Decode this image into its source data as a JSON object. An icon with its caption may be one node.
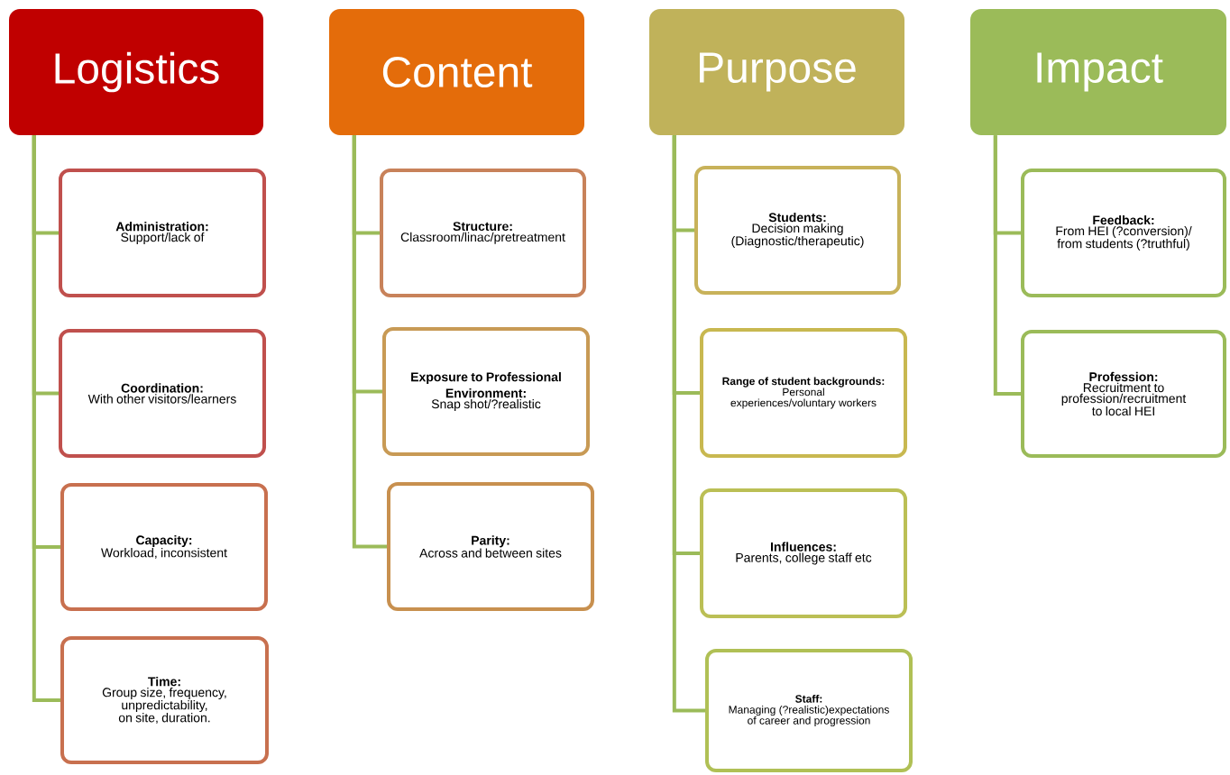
{
  "diagram": {
    "nodes": [
      {
        "text": [
          "Logistics"
        ]
      },
      {
        "text": [
          "Administration:",
          "Support/lack of"
        ]
      },
      {
        "text": [
          "Coordination:",
          "With other visitors/learners"
        ]
      },
      {
        "text": [
          "**Capacity**:",
          "Workload, inconsistent"
        ]
      },
      {
        "text": [
          "Time:",
          "Group size, frequency, unpredictability, on site, duration."
        ]
      },
      {
        "text": [
          "Content"
        ]
      },
      {
        "text": [
          "Structure:",
          "Classroom/linac/pretreatment"
        ]
      },
      {
        "text": [
          "Exposure to Professional Environment:",
          "Snap shot/?realistic"
        ]
      },
      {
        "text": [
          "Parity:",
          "Across and between sites"
        ]
      },
      {
        "text": [
          "Purpose"
        ]
      },
      {
        "text": [
          "Students:",
          "Decision making (Diagnostic/therapeutic)"
        ]
      },
      {
        "text": [
          "**Range of student backgrounds**:",
          "Personal experiences/voluntary workers"
        ]
      },
      {
        "text": [
          "Influences:",
          "Parents, college staff etc"
        ]
      },
      {
        "text": [
          "Staff:",
          "Managing (?realistic)expectations of career and progression"
        ]
      },
      {
        "text": [
          "Impact"
        ]
      },
      {
        "text": [
          "Feedback:",
          "From HEI (?conversion)/ from students (?truthful)"
        ]
      },
      {
        "text": [
          "Profession:",
          "Recruitment to profession/recruitment to local HEI"
        ]
      }
    ],
    "edges": [
      {
        "from": 0,
        "to": 1,
        "arrow": "none"
      },
      {
        "from": 0,
        "to": 2,
        "arrow": "none"
      },
      {
        "from": 0,
        "to": 3,
        "arrow": "none"
      },
      {
        "from": 0,
        "to": 4,
        "arrow": "none"
      },
      {
        "from": 5,
        "to": 6,
        "arrow": "none"
      },
      {
        "from": 5,
        "to": 7,
        "arrow": "none"
      },
      {
        "from": 5,
        "to": 8,
        "arrow": "none"
      },
      {
        "from": 9,
        "to": 10,
        "arrow": "none"
      },
      {
        "from": 9,
        "to": 11,
        "arrow": "none"
      },
      {
        "from": 9,
        "to": 12,
        "arrow": "none"
      },
      {
        "from": 9,
        "to": 13,
        "arrow": "none"
      },
      {
        "from": 14,
        "to": 15,
        "arrow": "none"
      },
      {
        "from": 14,
        "to": 16,
        "arrow": "none"
      }
    ]
  }
}
